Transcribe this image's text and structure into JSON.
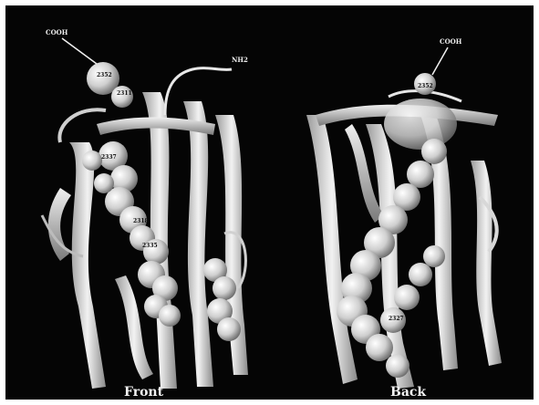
{
  "panels": {
    "front": {
      "caption": "Front",
      "terminals": {
        "cooh": "COOH",
        "nh2": "NH2"
      }
    },
    "back": {
      "caption": "Back",
      "terminals": {
        "cooh": "COOH"
      }
    }
  },
  "colors": {
    "background": "#050505",
    "ribbon": "#e6e6e6",
    "sphere": "#d9d9d9",
    "caption": "#f2f2f2"
  }
}
